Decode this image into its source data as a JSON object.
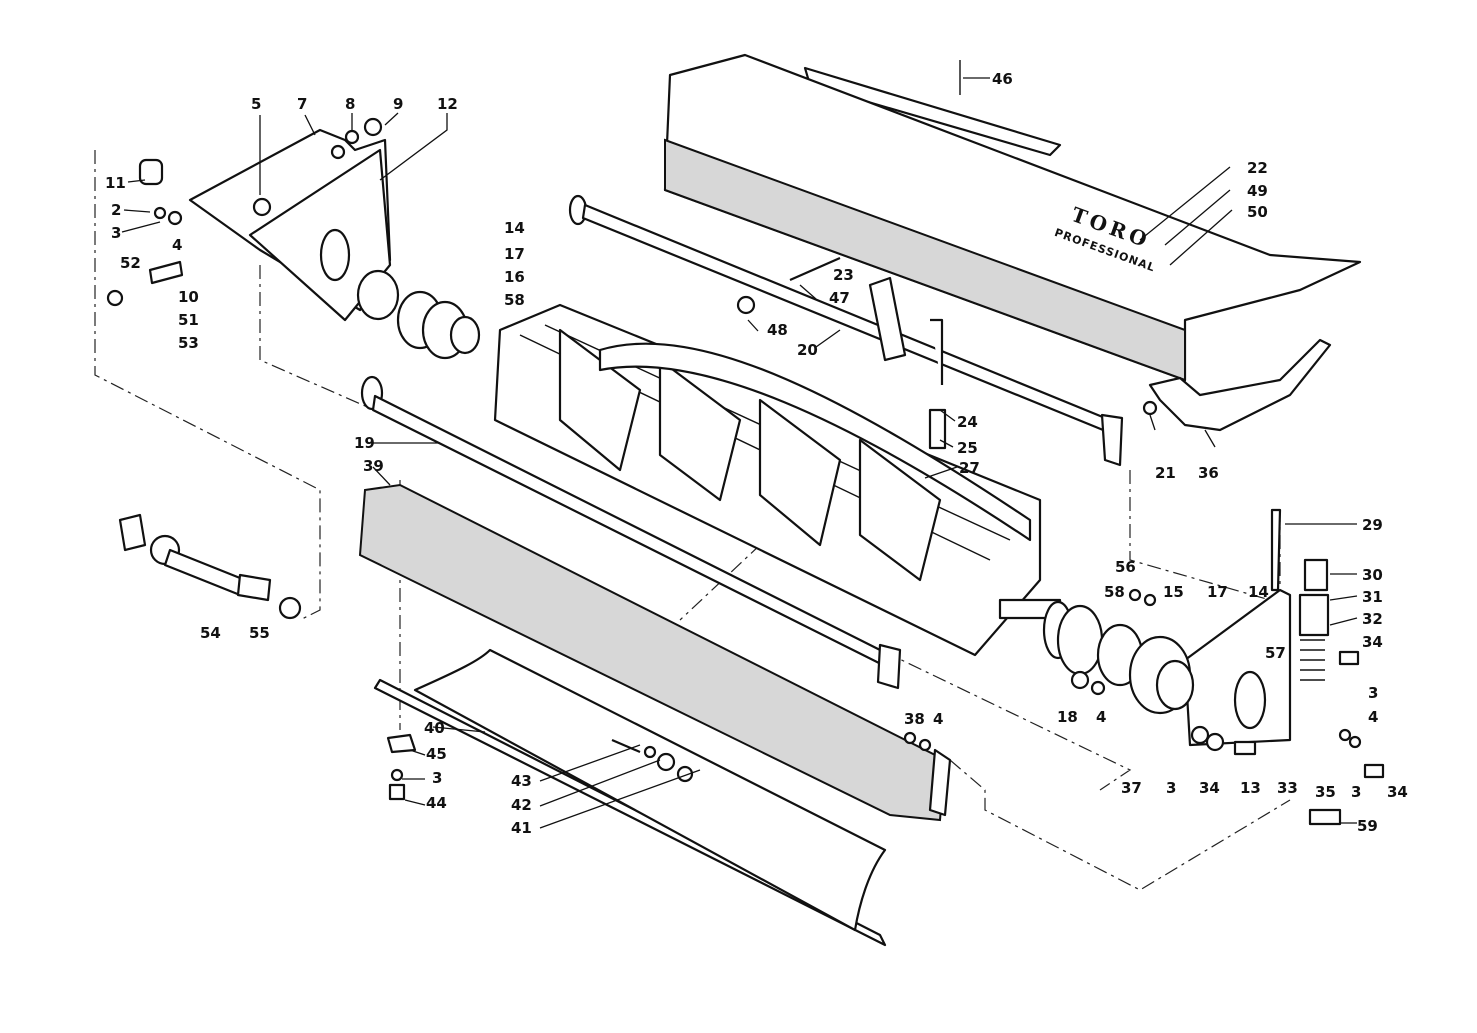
{
  "figure": {
    "brand_logo": "TORO",
    "brand_subtitle": "PROFESSIONAL"
  },
  "callouts": [
    "46",
    "5",
    "7",
    "8",
    "9",
    "12",
    "11",
    "2",
    "3",
    "4",
    "52",
    "10",
    "51",
    "53",
    "14",
    "17",
    "16",
    "58",
    "22",
    "49",
    "50",
    "23",
    "47",
    "48",
    "20",
    "19",
    "39",
    "24",
    "25",
    "27",
    "21",
    "36",
    "29",
    "30",
    "31",
    "32",
    "34",
    "3",
    "4",
    "56",
    "58",
    "15",
    "17",
    "14",
    "57",
    "54",
    "55",
    "18",
    "4",
    "38",
    "4",
    "37",
    "3",
    "34",
    "13",
    "33",
    "35",
    "3",
    "34",
    "59",
    "40",
    "45",
    "3",
    "44",
    "43",
    "42",
    "41"
  ]
}
